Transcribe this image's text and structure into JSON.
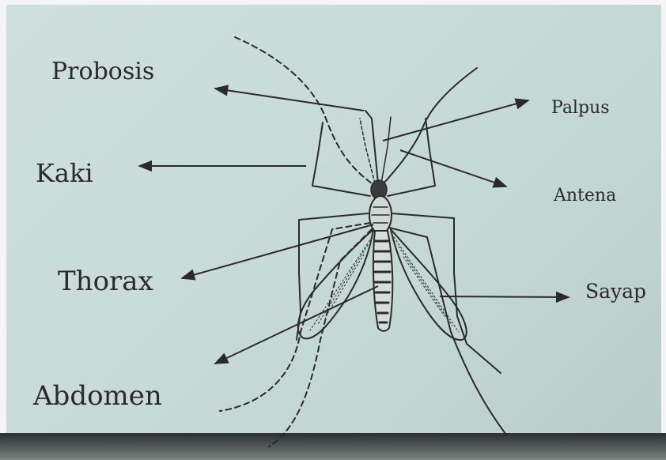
{
  "labels": {
    "probosis": "Probosis",
    "kaki": "Kaki",
    "thorax": "Thorax",
    "abdomen": "Abdomen",
    "palpus": "Palpus",
    "antena": "Antena",
    "sayap": "Sayap"
  },
  "colors": {
    "paper": "#c9dcd8",
    "ink": "#2a2a2a",
    "bottom_edge": "#2b302f"
  }
}
